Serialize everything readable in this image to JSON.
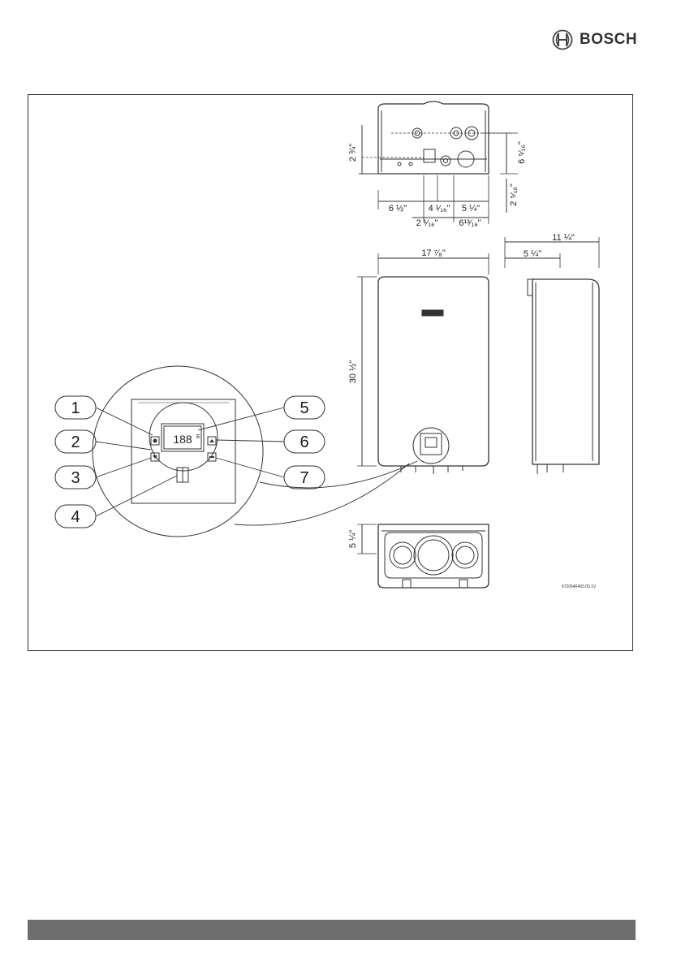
{
  "brand": {
    "name": "BOSCH"
  },
  "dimensions": {
    "top_height": "2 ¾\"",
    "right_depth_top": "6 ⁵⁄₁₆\"",
    "right_depth_bottom": "2 ⁵⁄₁₆\"",
    "bottom_left": "6 ½\"",
    "bottom_mid": "4 ¹⁄₁₆\"",
    "bottom_right": "5 ¼\"",
    "bottom_left_small": "2 ¹⁄₁₆\"",
    "bottom_right_small": "6¹³⁄₁₆\"",
    "width": "17 ⁷⁄₈\"",
    "height": "30 ½\"",
    "side_depth": "11 ¼\"",
    "side_inner": "5 ¼\"",
    "bottom_view_height": "5 ¼\""
  },
  "callouts": [
    "1",
    "2",
    "3",
    "4",
    "5",
    "6",
    "7"
  ],
  "display": {
    "digits": "188",
    "unit": "E"
  },
  "figure_code": "6720646493.05.1V"
}
